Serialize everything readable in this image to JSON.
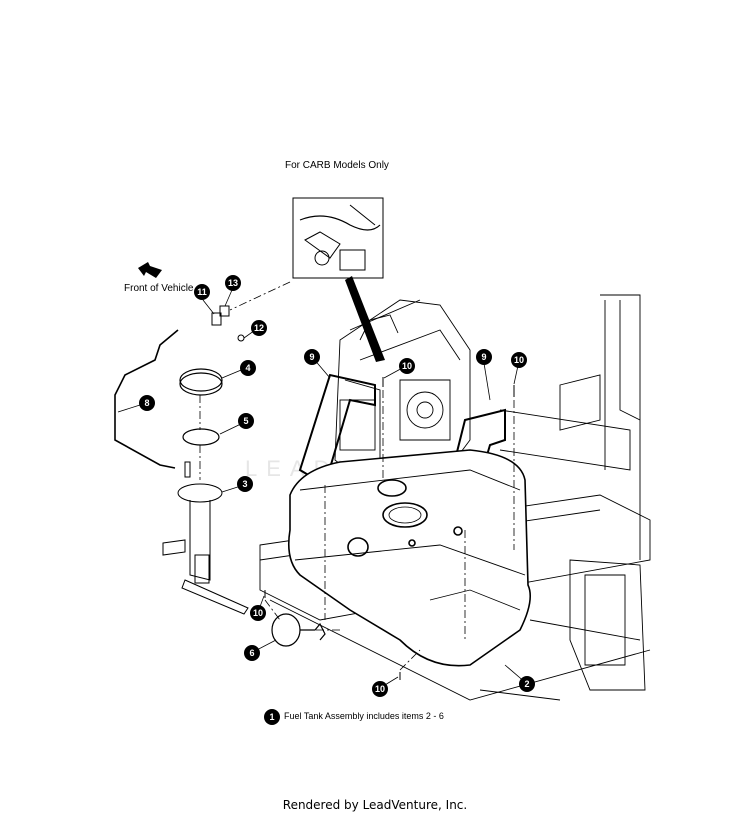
{
  "header_note": "For CARB Models Only",
  "front_label": "Front of Vehicle",
  "watermark": "LEADVENTURE",
  "callouts": [
    {
      "id": "11",
      "label": "11"
    },
    {
      "id": "13",
      "label": "13"
    },
    {
      "id": "12",
      "label": "12"
    },
    {
      "id": "4",
      "label": "4"
    },
    {
      "id": "8",
      "label": "8"
    },
    {
      "id": "5",
      "label": "5"
    },
    {
      "id": "3",
      "label": "3"
    },
    {
      "id": "9a",
      "label": "9"
    },
    {
      "id": "10a",
      "label": "10"
    },
    {
      "id": "9b",
      "label": "9"
    },
    {
      "id": "10b",
      "label": "10"
    },
    {
      "id": "10c",
      "label": "10"
    },
    {
      "id": "6",
      "label": "6"
    },
    {
      "id": "10d",
      "label": "10"
    },
    {
      "id": "2",
      "label": "2"
    }
  ],
  "legend": {
    "number": "1",
    "text": "Fuel Tank Assembly includes items 2 - 6"
  },
  "footer": "Rendered by LeadVenture, Inc."
}
